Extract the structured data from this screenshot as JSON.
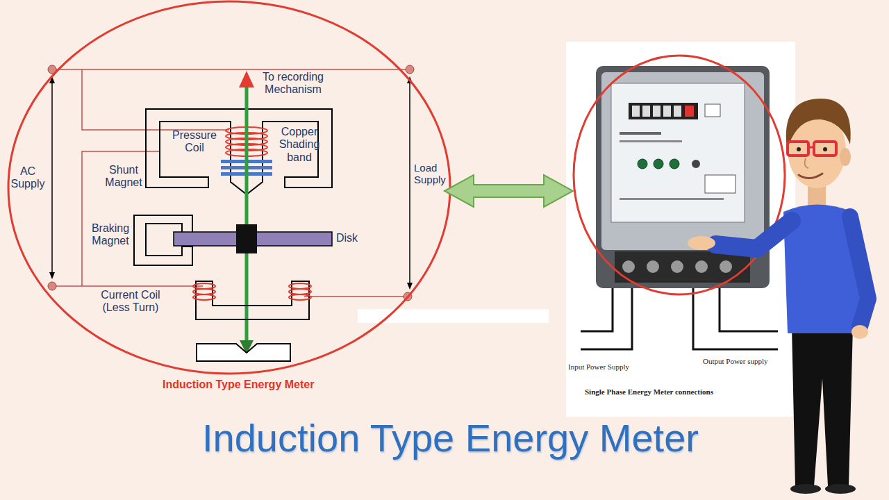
{
  "diagram": {
    "title": "Induction Type Energy Meter",
    "caption": "Induction Type Energy Meter",
    "labels": [
      "To recording Mechanism",
      "Pressure Coil",
      "Copper Shading band",
      "AC Supply",
      "Shunt Magnet",
      "Load Supply",
      "Braking Magnet",
      "Disk",
      "Current Coil (Less Turn)",
      "Input Power Supply",
      "Output Power supply",
      "Single Phase Energy Meter connections"
    ]
  }
}
